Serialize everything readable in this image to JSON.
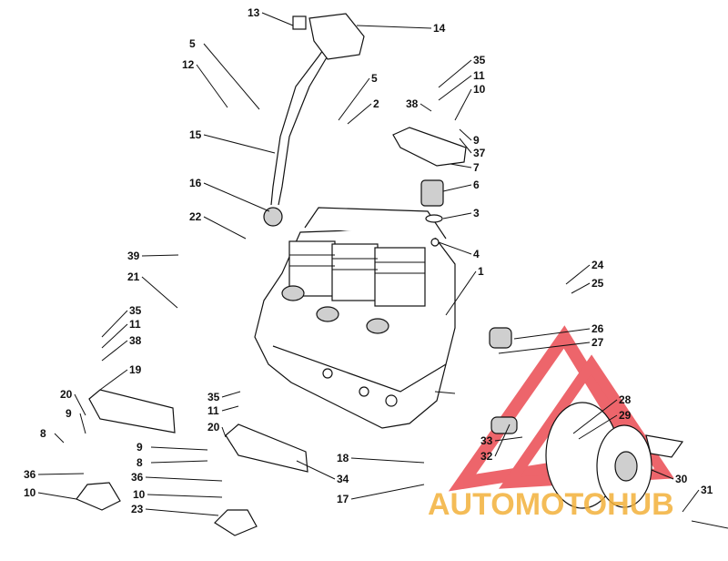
{
  "watermark": {
    "text": "AUTOMOTOHUB"
  },
  "chart_data": {
    "type": "diagram",
    "labels": [
      "13",
      "14",
      "5",
      "12",
      "5",
      "2",
      "15",
      "35",
      "11",
      "10",
      "38",
      "9",
      "37",
      "7",
      "6",
      "16",
      "22",
      "3",
      "4",
      "39",
      "21",
      "24",
      "25",
      "1",
      "26",
      "27",
      "35",
      "11",
      "38",
      "19",
      "20",
      "9",
      "8",
      "35",
      "11",
      "20",
      "9",
      "8",
      "36",
      "10",
      "36",
      "10",
      "23",
      "34",
      "18",
      "17",
      "33",
      "32",
      "28",
      "29",
      "30",
      "31"
    ]
  }
}
